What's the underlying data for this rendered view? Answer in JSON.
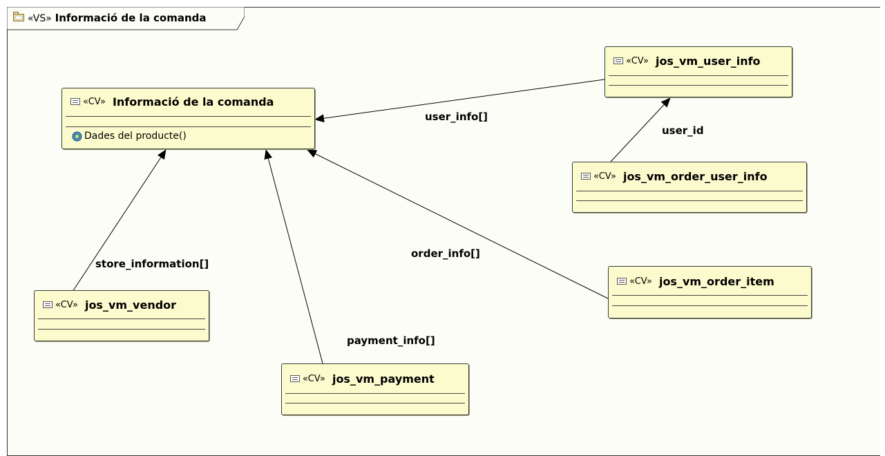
{
  "frame": {
    "stereotype": "«VS»",
    "title": "Informació de la comanda"
  },
  "classes": {
    "main": {
      "stereotype": "«CV»",
      "name": "Informació de la comanda",
      "operation": "Dades del producte()"
    },
    "user_info": {
      "stereotype": "«CV»",
      "name": "jos_vm_user_info"
    },
    "order_user_info": {
      "stereotype": "«CV»",
      "name": "jos_vm_order_user_info"
    },
    "vendor": {
      "stereotype": "«CV»",
      "name": "jos_vm_vendor"
    },
    "payment": {
      "stereotype": "«CV»",
      "name": "jos_vm_payment"
    },
    "order_item": {
      "stereotype": "«CV»",
      "name": "jos_vm_order_item"
    }
  },
  "edges": {
    "user_info": "user_info[]",
    "user_id": "user_id",
    "store_information": "store_information[]",
    "payment_info": "payment_info[]",
    "order_info": "order_info[]"
  },
  "colors": {
    "class_fill": "#fcfbcd",
    "frame_fill": "#fdfdf8",
    "line": "#000000"
  }
}
